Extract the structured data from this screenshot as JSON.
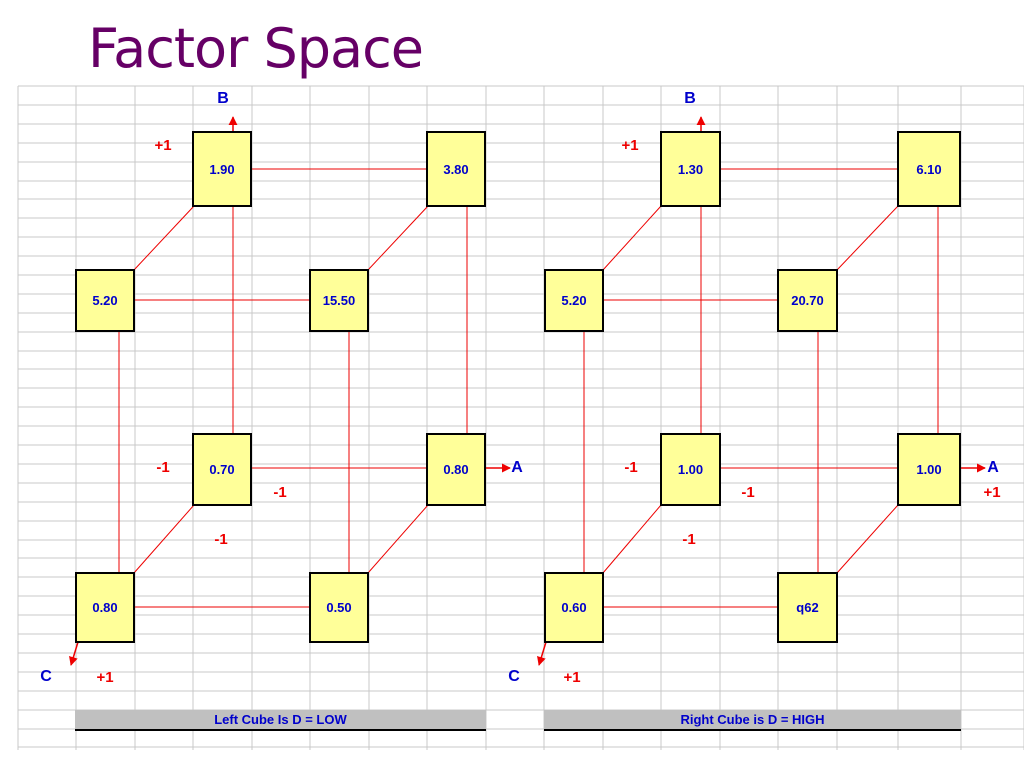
{
  "title": "Factor Space",
  "cubes": {
    "left": {
      "values": {
        "top_left_back": "1.90",
        "top_right_back": "3.80",
        "top_left_front": "5.20",
        "top_right_front": "15.50",
        "bottom_left_back": "0.70",
        "bottom_right_back": "0.80",
        "bottom_left_front": "0.80",
        "bottom_right_front": "0.50"
      },
      "axis_b": "B",
      "axis_a": "A",
      "axis_c": "C",
      "b_plus": "+1",
      "b_minus": "-1",
      "a_minus": "-1",
      "c_minus": "-1",
      "c_plus": "+1",
      "caption": "Left Cube  Is  D = LOW"
    },
    "right": {
      "values": {
        "top_left_back": "1.30",
        "top_right_back": "6.10",
        "top_left_front": "5.20",
        "top_right_front": "20.70",
        "bottom_left_back": "1.00",
        "bottom_right_back": "1.00",
        "bottom_left_front": "0.60",
        "bottom_right_front": "q62"
      },
      "axis_b": "B",
      "axis_a": "A",
      "axis_c": "C",
      "b_plus": "+1",
      "b_minus": "-1",
      "a_minus": "-1",
      "a_plus": "+1",
      "c_minus": "-1",
      "c_plus": "+1",
      "caption": "Right Cube  is  D = HIGH"
    }
  },
  "colors": {
    "title": "#660066",
    "edge": "#ee0000",
    "box_fill": "#ffff99",
    "value_text": "#0000cc",
    "gridline": "#c8c8c8",
    "caption_bar": "#c0c0c0"
  }
}
